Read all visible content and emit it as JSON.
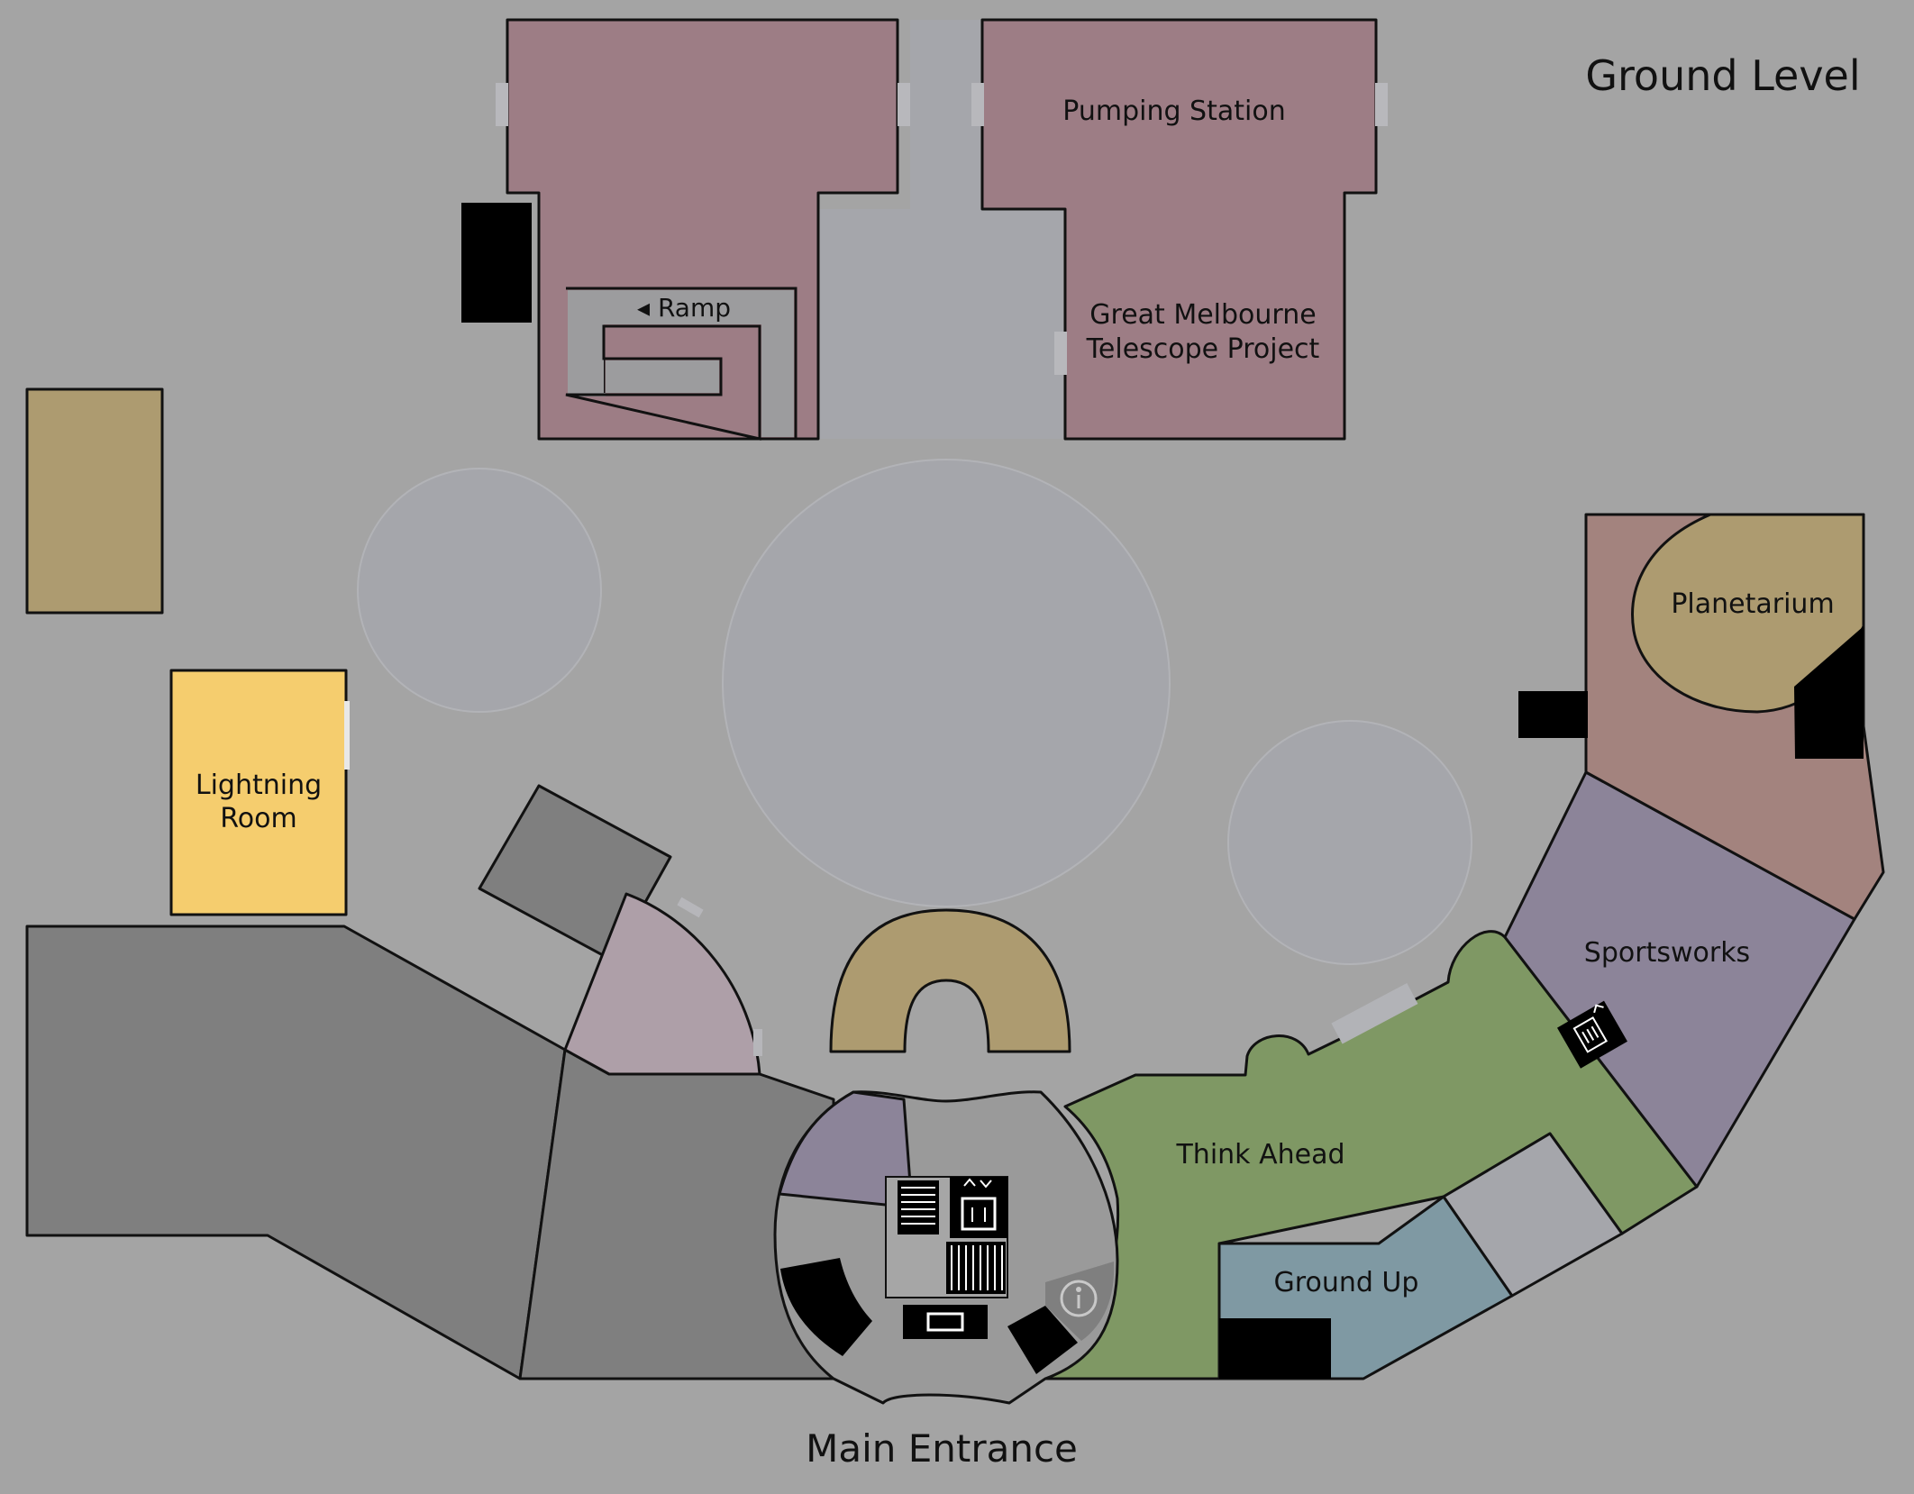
{
  "level_title": "Ground Level",
  "entrance_label": "Main Entrance",
  "rooms": {
    "pumping_station": "Pumping Station",
    "great_melbourne": [
      "Great Melbourne",
      "Telescope Project"
    ],
    "ramp": "◂ Ramp",
    "lightning_room": [
      "Lightning",
      "Room"
    ],
    "planetarium": "Planetarium",
    "sportsworks": "Sportsworks",
    "think_ahead": "Think Ahead",
    "ground_up": "Ground Up"
  },
  "colors": {
    "background": "#a4a4a4",
    "mauve": "#9d7d85",
    "tan": "#ad9b70",
    "yellow": "#f5cd6e",
    "dark_grey": "#7f7f7f",
    "pale_mauve": "#ae9fa8",
    "purple": "#8c8499",
    "dusty_rose": "#a3837e",
    "green": "#7f9864",
    "slate_blue": "#7f99a3",
    "light_grey": "#a5a6ab",
    "lobby_grey": "#9a9a9a",
    "black": "#000000"
  },
  "icons": [
    "lift-icon",
    "stairs-icon",
    "ticket-icon",
    "info-icon",
    "escalator-icon"
  ]
}
